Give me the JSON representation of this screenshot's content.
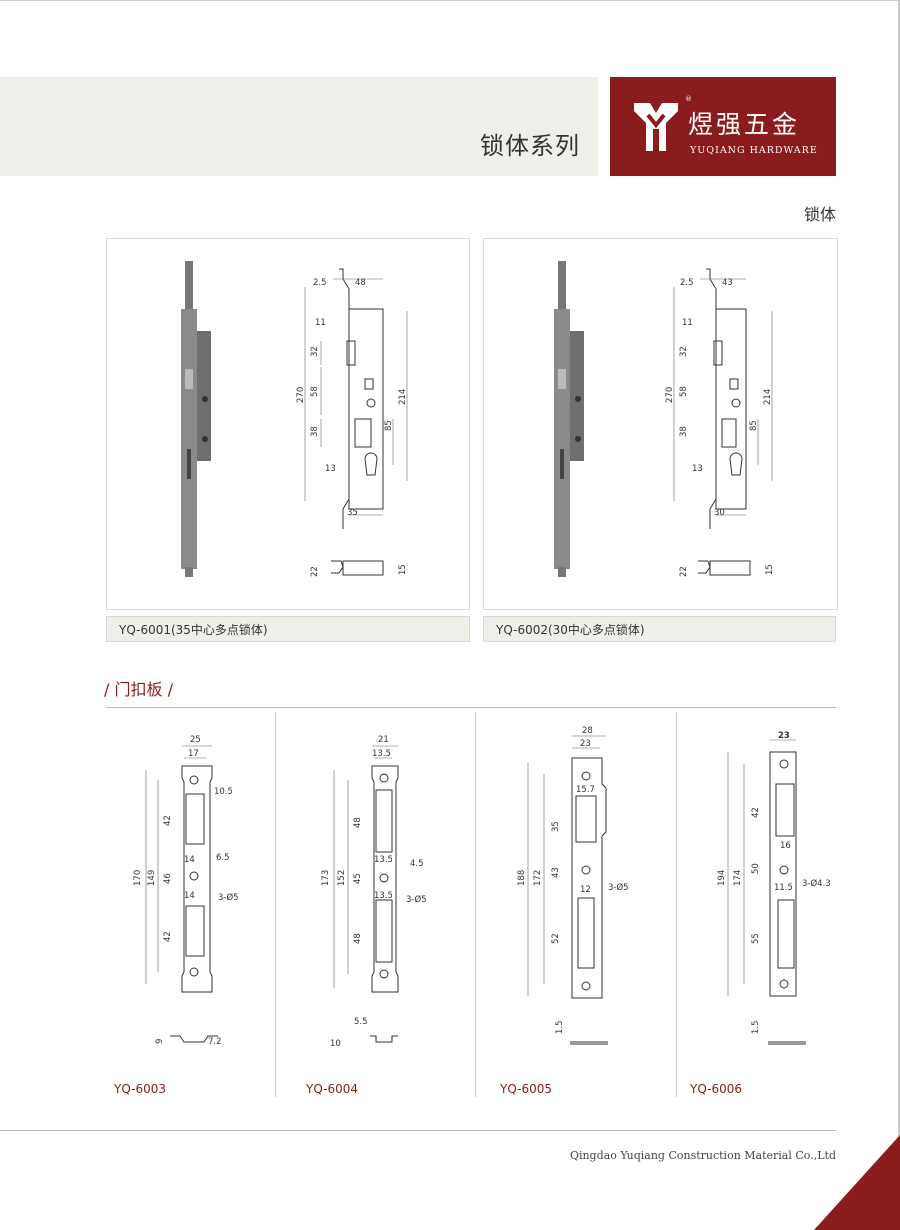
{
  "header": {
    "section_title": "锁体系列",
    "brand_name": "煜强五金",
    "brand_sub": "YUQIANG HARDWARE",
    "brand_reg": "®"
  },
  "lock_bodies": {
    "heading": "锁体",
    "items": [
      {
        "caption": "YQ-6001(35中心多点锁体)",
        "dims": {
          "d1": "2.5",
          "d2": "48",
          "d3": "11",
          "d4": "32",
          "d5": "270",
          "d6": "58",
          "d7": "214",
          "d8": "38",
          "d9": "85",
          "d10": "13",
          "d11": "35",
          "d12": "22",
          "d13": "15"
        }
      },
      {
        "caption": "YQ-6002(30中心多点锁体)",
        "dims": {
          "d1": "2.5",
          "d2": "43",
          "d3": "11",
          "d4": "32",
          "d5": "270",
          "d6": "58",
          "d7": "214",
          "d8": "38",
          "d9": "85",
          "d10": "13",
          "d11": "30",
          "d12": "22",
          "d13": "15"
        }
      }
    ]
  },
  "strike_plates": {
    "heading": "/ 门扣板 /",
    "items": [
      {
        "model": "YQ-6003",
        "dims": [
          "25",
          "17",
          "10.5",
          "170",
          "149",
          "42",
          "14",
          "6.5",
          "46",
          "14",
          "3-Ø5",
          "42",
          "9",
          "7.2"
        ]
      },
      {
        "model": "YQ-6004",
        "dims": [
          "21",
          "13.5",
          "173",
          "152",
          "48",
          "13.5",
          "4.5",
          "45",
          "13.5",
          "3-Ø5",
          "48",
          "5.5",
          "10"
        ]
      },
      {
        "model": "YQ-6005",
        "dims": [
          "28",
          "23",
          "15.7",
          "188",
          "172",
          "35",
          "43",
          "12",
          "3-Ø5",
          "52",
          "1.5"
        ]
      },
      {
        "model": "YQ-6006",
        "dims": [
          "23",
          "194",
          "174",
          "42",
          "16",
          "50",
          "11.5",
          "3-Ø4.3",
          "55",
          "1.5"
        ]
      }
    ]
  },
  "footer": {
    "company": "Qingdao Yuqiang Construction Material Co.,Ltd"
  },
  "colors": {
    "brand": "#8a1c1e",
    "band": "#efeee8"
  }
}
